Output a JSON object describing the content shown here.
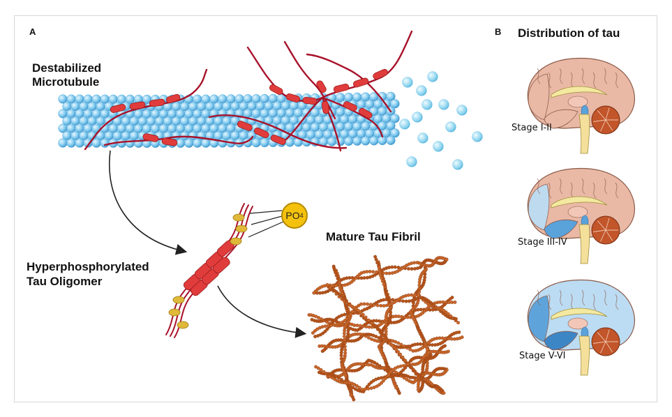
{
  "panel_a": {
    "letter": "A",
    "microtubule_label_line1": "Destabilized",
    "microtubule_label_line2": "Microtubule",
    "oligomer_label_line1": "Hyperphosphorylated",
    "oligomer_label_line2": "Tau Oligomer",
    "phosphate": {
      "text": "PO",
      "subscript": "4"
    },
    "fibril_label": "Mature Tau Fibril"
  },
  "panel_b": {
    "letter": "B",
    "title": "Distribution of tau",
    "stages": [
      {
        "label": "Stage I-II"
      },
      {
        "label": "Stage III-IV"
      },
      {
        "label": "Stage V-VI"
      }
    ]
  },
  "colors": {
    "tubulin": "#7cc8ee",
    "tau_strand": "#a8122a",
    "tau_segment": "#e03c3c",
    "phosphate": "#f4c20d",
    "fibril": "#b5531a",
    "brain_pink": "#e9b9a6",
    "brain_blue": "#5aa2da",
    "brain_light_blue": "#bcdcf3",
    "cerebellum": "#c2552a"
  }
}
